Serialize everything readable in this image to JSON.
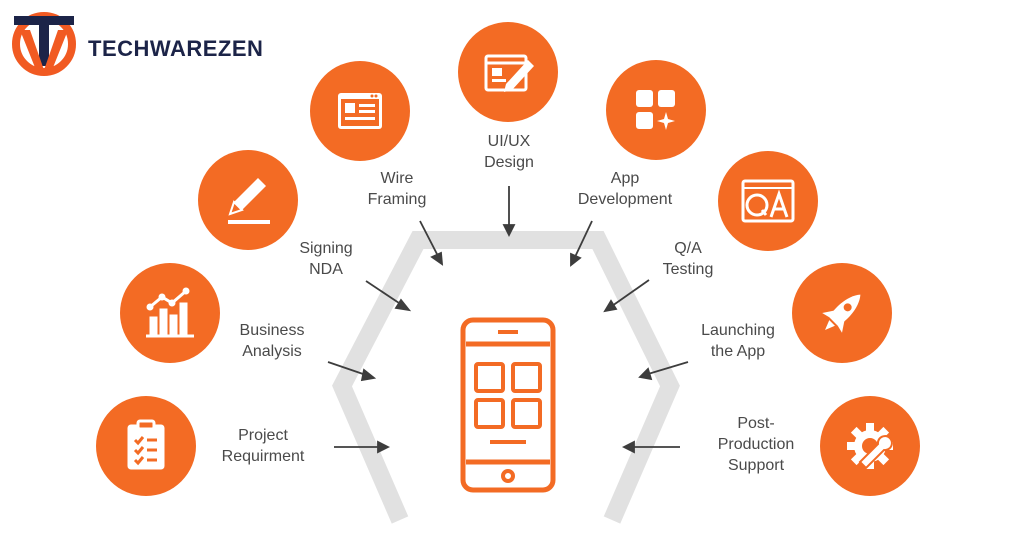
{
  "brand": {
    "name_part1": "TECH",
    "name_part2": "WAREZEN",
    "orange": "#f15a22",
    "navy": "#1c2448"
  },
  "colors": {
    "circle": "#f36b24",
    "hexagon": "#e1e1e1",
    "text": "#4a4a4a",
    "arrow": "#3d3d3d"
  },
  "steps": [
    {
      "id": "project-requirement",
      "label": "Project\nRequirment",
      "icon": "clipboard-checklist-icon"
    },
    {
      "id": "business-analysis",
      "label": "Business\nAnalysis",
      "icon": "bar-chart-trend-icon"
    },
    {
      "id": "signing-nda",
      "label": "Signing\nNDA",
      "icon": "pen-sign-icon"
    },
    {
      "id": "wire-framing",
      "label": "Wire\nFraming",
      "icon": "wireframe-window-icon"
    },
    {
      "id": "ui-ux-design",
      "label": "UI/UX\nDesign",
      "icon": "design-pen-board-icon"
    },
    {
      "id": "app-development",
      "label": "App\nDevelopment",
      "icon": "app-grid-icon"
    },
    {
      "id": "qa-testing",
      "label": "Q/A\nTesting",
      "icon": "qa-board-icon"
    },
    {
      "id": "launching-the-app",
      "label": "Launching\nthe App",
      "icon": "rocket-icon"
    },
    {
      "id": "post-production-support",
      "label": "Post-\nProduction\nSupport",
      "icon": "gear-wrench-icon"
    }
  ],
  "center_icon": "smartphone-app-icon"
}
